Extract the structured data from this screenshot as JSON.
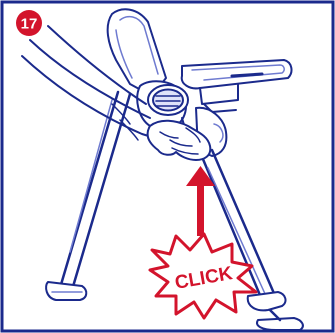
{
  "step": {
    "number": "17"
  },
  "callout": {
    "text": "CLICK"
  },
  "colors": {
    "line": "#1b2a8c",
    "accent": "#d3142c",
    "background": "#ffffff",
    "lineLight": "#6f7bd0"
  },
  "illustration": {
    "subject": "highchair-folding",
    "icons": [
      "hands-icon",
      "highchair-icon",
      "arrow-up-icon",
      "starburst-icon"
    ]
  }
}
